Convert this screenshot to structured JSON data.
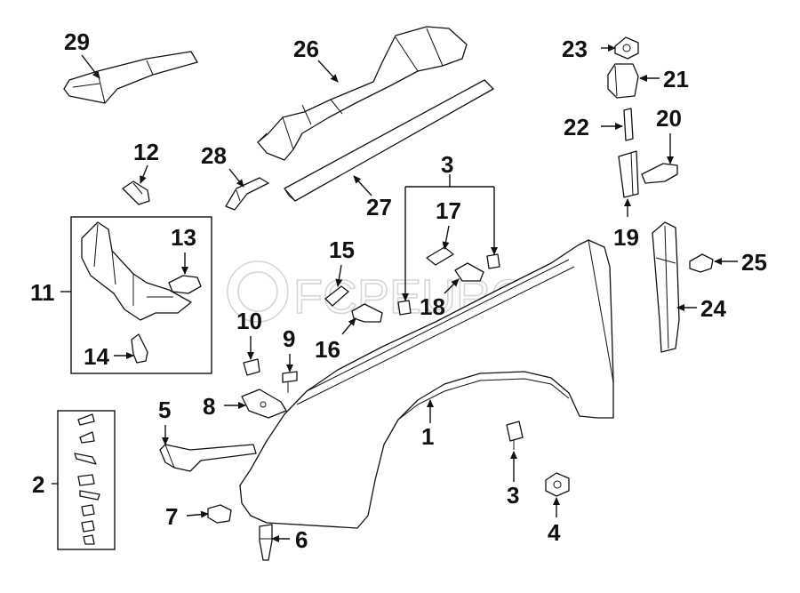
{
  "watermark": "FCPEURO",
  "callouts": [
    {
      "id": "c1",
      "label": "1"
    },
    {
      "id": "c2",
      "label": "2"
    },
    {
      "id": "c3a",
      "label": "3"
    },
    {
      "id": "c3b",
      "label": "3"
    },
    {
      "id": "c4",
      "label": "4"
    },
    {
      "id": "c5",
      "label": "5"
    },
    {
      "id": "c6",
      "label": "6"
    },
    {
      "id": "c7",
      "label": "7"
    },
    {
      "id": "c8",
      "label": "8"
    },
    {
      "id": "c9",
      "label": "9"
    },
    {
      "id": "c10",
      "label": "10"
    },
    {
      "id": "c11",
      "label": "11"
    },
    {
      "id": "c12",
      "label": "12"
    },
    {
      "id": "c13",
      "label": "13"
    },
    {
      "id": "c14",
      "label": "14"
    },
    {
      "id": "c15",
      "label": "15"
    },
    {
      "id": "c16",
      "label": "16"
    },
    {
      "id": "c17",
      "label": "17"
    },
    {
      "id": "c18",
      "label": "18"
    },
    {
      "id": "c19",
      "label": "19"
    },
    {
      "id": "c20",
      "label": "20"
    },
    {
      "id": "c21",
      "label": "21"
    },
    {
      "id": "c22",
      "label": "22"
    },
    {
      "id": "c23",
      "label": "23"
    },
    {
      "id": "c24",
      "label": "24"
    },
    {
      "id": "c25",
      "label": "25"
    },
    {
      "id": "c26",
      "label": "26"
    },
    {
      "id": "c27",
      "label": "27"
    },
    {
      "id": "c28",
      "label": "28"
    },
    {
      "id": "c29",
      "label": "29"
    }
  ]
}
